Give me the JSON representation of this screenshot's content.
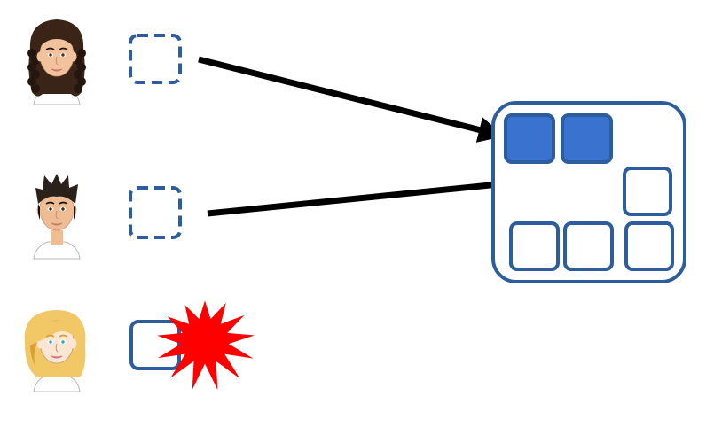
{
  "diagram": {
    "background": "#ffffff",
    "users": [
      {
        "name": "user-curly-hair-avatar",
        "hair": "#3a2418",
        "hair_dark": "#24150e",
        "skin": "#f2c29c",
        "shirt": "#ffffff",
        "eyes": "#4a3020",
        "lips": "#c97a6a"
      },
      {
        "name": "user-spiky-hair-avatar",
        "hair": "#2b211b",
        "hair_dark": "#17110d",
        "skin": "#f0bc94",
        "shirt": "#ffffff",
        "eyes": "#3a2a20",
        "lips": "#b9836a"
      },
      {
        "name": "user-blonde-hair-avatar",
        "hair": "#f2c766",
        "hair_dark": "#d99e34",
        "skin": "#fbe6d3",
        "shirt": "#ffffff",
        "eyes": "#3aa6a8",
        "lips": "#d86a78"
      }
    ],
    "requests": [
      {
        "name": "pending-slot-dashed",
        "style": "dashed"
      },
      {
        "name": "pending-slot-dashed",
        "style": "dashed"
      },
      {
        "name": "rejected-slot",
        "style": "solid"
      }
    ],
    "pool": {
      "border_color": "#2e5d9e",
      "slots_total": 6,
      "slots_filled": 2,
      "filled_color": "#3a72cf",
      "empty_color": "#ffffff"
    },
    "arrows": [
      {
        "name": "allocation-arrow",
        "from_user": 1,
        "to_slot": 1
      },
      {
        "name": "allocation-arrow",
        "from_user": 2,
        "to_slot": 2
      }
    ],
    "failure": {
      "icon": "explosion-icon",
      "color": "#ff0000",
      "at_user": 3
    },
    "colors": {
      "slot_border": "#2e5d9e",
      "arrow": "#000000"
    }
  }
}
